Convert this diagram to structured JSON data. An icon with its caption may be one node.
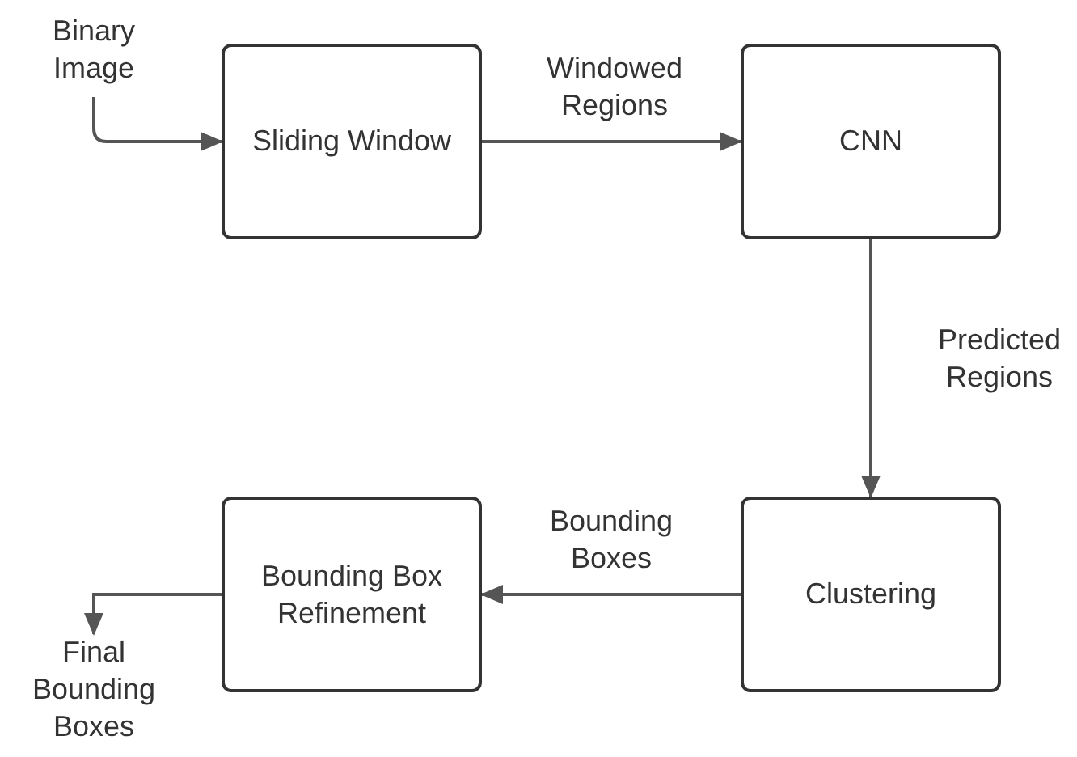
{
  "diagram": {
    "nodes": [
      {
        "text": [
          "Binary Image"
        ]
      },
      {
        "text": [
          "Sliding Window"
        ]
      },
      {
        "text": [
          "CNN"
        ]
      },
      {
        "text": [
          "Clustering"
        ]
      },
      {
        "text": [
          "Bounding Box Refinement"
        ]
      },
      {
        "text": [
          "Final Bounding Boxes"
        ]
      }
    ],
    "edges": [
      {
        "from": 0,
        "to": 1,
        "arrow": "to"
      },
      {
        "from": 1,
        "to": 2,
        "arrow": "to",
        "label": "Windowed Regions"
      },
      {
        "from": 2,
        "to": 3,
        "arrow": "to",
        "label": "Predicted Regions"
      },
      {
        "from": 3,
        "to": 4,
        "arrow": "to",
        "label": "Bounding Boxes"
      },
      {
        "from": 4,
        "to": 5,
        "arrow": "to"
      }
    ]
  }
}
